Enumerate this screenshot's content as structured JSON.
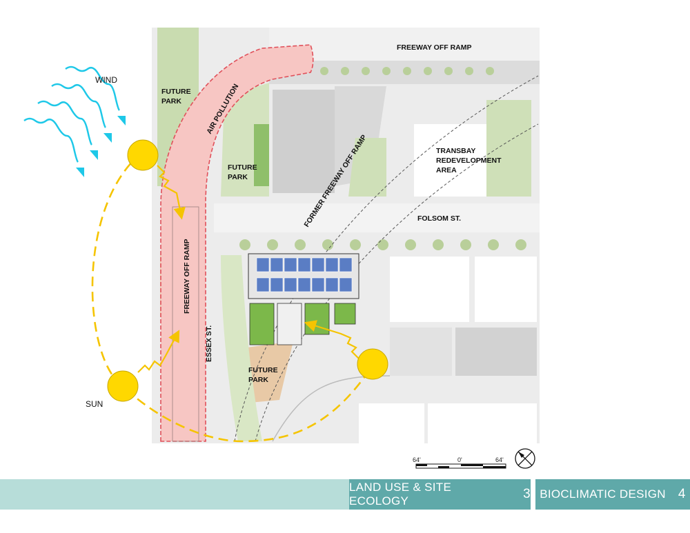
{
  "map": {
    "labels": {
      "freeway_off_ramp_top": "FREEWAY OFF RAMP",
      "wind": "WIND",
      "future_park_1_line1": "FUTURE",
      "future_park_1_line2": "PARK",
      "air_pollution": "AIR POLLUTION",
      "future_park_2_line1": "FUTURE",
      "future_park_2_line2": "PARK",
      "transbay_line1": "TRANSBAY",
      "transbay_line2": "REDEVELOPMENT",
      "transbay_line3": "AREA",
      "former_freeway_off_ramp": "FORMER FREEWAY OFF RAMP",
      "folsom_st": "FOLSOM ST.",
      "freeway_off_ramp_vertical": "FREEWAY OFF RAMP",
      "essex_st": "ESSEX ST.",
      "future_park_3_line1": "FUTURE",
      "future_park_3_line2": "PARK",
      "sun": "SUN"
    },
    "scale_bar": {
      "left": "64'",
      "center": "0'",
      "right": "64'"
    },
    "colors": {
      "sun": "#ffd800",
      "sun_path": "#f5c400",
      "wind": "#1ec8e8",
      "pollution_zone": "#f7c6c3",
      "pollution_outline": "#e0505a",
      "park_green": "#c9dcb0",
      "building_gray": "#d5d5d5"
    }
  },
  "footer": {
    "section1_label": "LAND USE & SITE ECOLOGY",
    "section1_number": "3",
    "section2_label": "BIOCLIMATIC DESIGN",
    "section2_number": "4"
  }
}
